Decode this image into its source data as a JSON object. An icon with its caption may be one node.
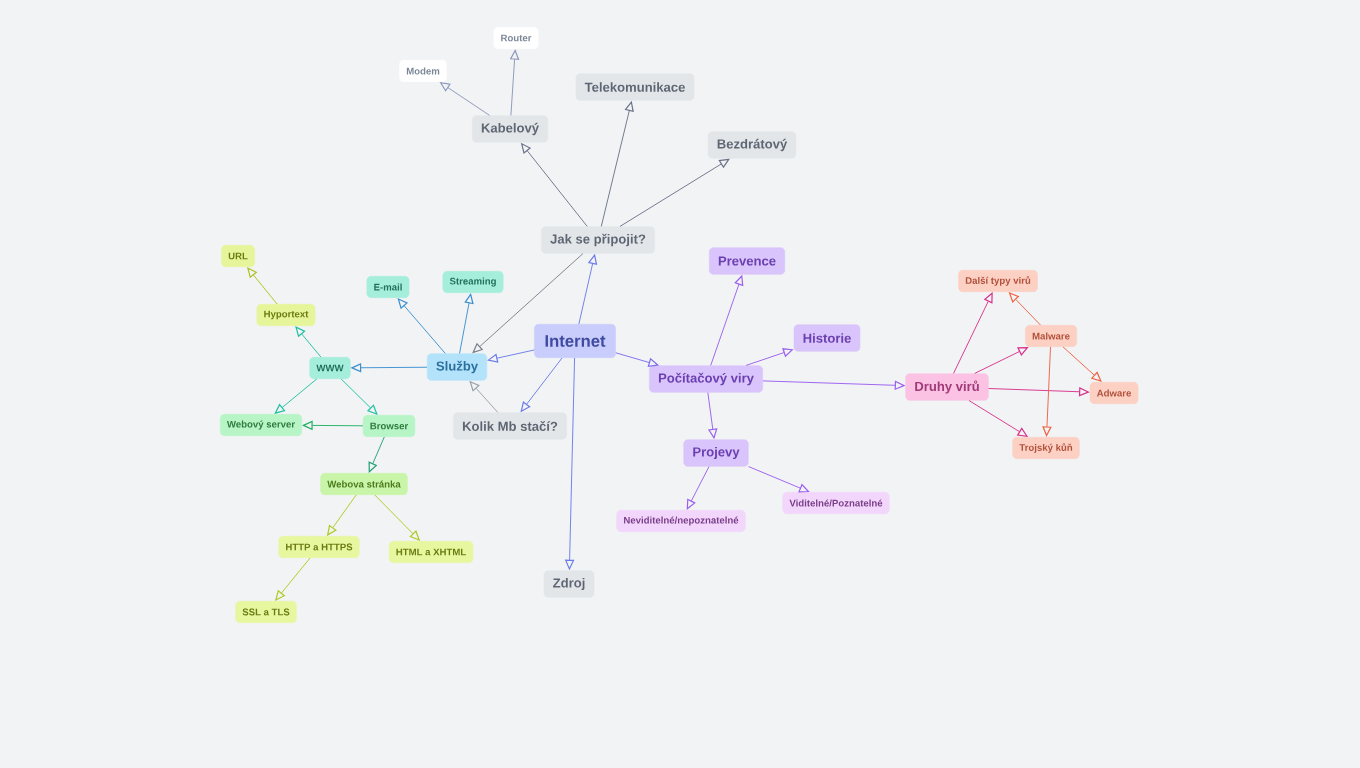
{
  "diagram": {
    "nodes": [
      {
        "text": [
          "Internet"
        ]
      },
      {
        "text": [
          "Jak se připojit?"
        ]
      },
      {
        "text": [
          "Kabelový"
        ]
      },
      {
        "text": [
          "Modem"
        ]
      },
      {
        "text": [
          "Router"
        ]
      },
      {
        "text": [
          "Telekomunikace"
        ]
      },
      {
        "text": [
          "Bezdrátový"
        ]
      },
      {
        "text": [
          "Služby"
        ]
      },
      {
        "text": [
          "E-mail"
        ]
      },
      {
        "text": [
          "Streaming"
        ]
      },
      {
        "text": [
          "WWW"
        ]
      },
      {
        "text": [
          "Hyportext"
        ]
      },
      {
        "text": [
          "URL"
        ]
      },
      {
        "text": [
          "Webový server"
        ]
      },
      {
        "text": [
          "Browser"
        ]
      },
      {
        "text": [
          "Webova stránka"
        ]
      },
      {
        "text": [
          "HTTP a HTTPS"
        ]
      },
      {
        "text": [
          "HTML a XHTML"
        ]
      },
      {
        "text": [
          "SSL a TLS"
        ]
      },
      {
        "text": [
          "Kolik Mb stačí?"
        ]
      },
      {
        "text": [
          "Zdroj"
        ]
      },
      {
        "text": [
          "Počítačový viry"
        ]
      },
      {
        "text": [
          "Prevence"
        ]
      },
      {
        "text": [
          "Historie"
        ]
      },
      {
        "text": [
          "Projevy"
        ]
      },
      {
        "text": [
          "Neviditelné/nepoznatelné"
        ]
      },
      {
        "text": [
          "Viditelné/Poznatelné"
        ]
      },
      {
        "text": [
          "Druhy virů"
        ]
      },
      {
        "text": [
          "Další typy virů"
        ]
      },
      {
        "text": [
          "Malware"
        ]
      },
      {
        "text": [
          "Adware"
        ]
      },
      {
        "text": [
          "Trojský kůň"
        ]
      }
    ],
    "edges": [
      {
        "from": 0,
        "to": 1,
        "arrow": "to",
        "color": "#6b7be8"
      },
      {
        "from": 1,
        "to": 7,
        "arrow": "to",
        "color": "#7a808c"
      },
      {
        "from": 19,
        "to": 7,
        "arrow": "to",
        "color": "#9aa0aa"
      },
      {
        "from": 0,
        "to": 19,
        "arrow": "to",
        "color": "#6b7be8"
      },
      {
        "from": 0,
        "to": 7,
        "arrow": "to",
        "color": "#6b7be8"
      },
      {
        "from": 0,
        "to": 20,
        "arrow": "to",
        "color": "#6b7be8"
      },
      {
        "from": 0,
        "to": 21,
        "arrow": "to",
        "color": "#7b6cf0"
      },
      {
        "from": 1,
        "to": 2,
        "arrow": "to",
        "color": "#6a7388"
      },
      {
        "from": 1,
        "to": 5,
        "arrow": "to",
        "color": "#6a7388"
      },
      {
        "from": 1,
        "to": 6,
        "arrow": "to",
        "color": "#6a7388"
      },
      {
        "from": 2,
        "to": 3,
        "arrow": "to",
        "color": "#8a96b8"
      },
      {
        "from": 2,
        "to": 4,
        "arrow": "to",
        "color": "#8a96b8"
      },
      {
        "from": 7,
        "to": 8,
        "arrow": "to",
        "color": "#3a8fd0"
      },
      {
        "from": 7,
        "to": 9,
        "arrow": "to",
        "color": "#3a8fd0"
      },
      {
        "from": 7,
        "to": 10,
        "arrow": "to",
        "color": "#3a8fd0"
      },
      {
        "from": 10,
        "to": 11,
        "arrow": "to",
        "color": "#20c0a0"
      },
      {
        "from": 10,
        "to": 13,
        "arrow": "to",
        "color": "#20c0a0"
      },
      {
        "from": 10,
        "to": 14,
        "arrow": "to",
        "color": "#20c0a0"
      },
      {
        "from": 11,
        "to": 12,
        "arrow": "to",
        "color": "#b0c020"
      },
      {
        "from": 14,
        "to": 13,
        "arrow": "to",
        "color": "#20b060"
      },
      {
        "from": 14,
        "to": 15,
        "arrow": "to",
        "color": "#20a070"
      },
      {
        "from": 15,
        "to": 16,
        "arrow": "to",
        "color": "#b0c820"
      },
      {
        "from": 15,
        "to": 17,
        "arrow": "to",
        "color": "#b0c820"
      },
      {
        "from": 16,
        "to": 18,
        "arrow": "to",
        "color": "#b0c820"
      },
      {
        "from": 21,
        "to": 22,
        "arrow": "to",
        "color": "#9a5ef0"
      },
      {
        "from": 21,
        "to": 23,
        "arrow": "to",
        "color": "#9a5ef0"
      },
      {
        "from": 21,
        "to": 27,
        "arrow": "to",
        "color": "#9a5ef0"
      },
      {
        "from": 21,
        "to": 24,
        "arrow": "to",
        "color": "#9a5ef0"
      },
      {
        "from": 24,
        "to": 25,
        "arrow": "to",
        "color": "#9a5ef0"
      },
      {
        "from": 24,
        "to": 26,
        "arrow": "to",
        "color": "#9a5ef0"
      },
      {
        "from": 27,
        "to": 28,
        "arrow": "to",
        "color": "#d8308a"
      },
      {
        "from": 27,
        "to": 29,
        "arrow": "to",
        "color": "#d8308a"
      },
      {
        "from": 27,
        "to": 30,
        "arrow": "to",
        "color": "#d8308a"
      },
      {
        "from": 27,
        "to": 31,
        "arrow": "to",
        "color": "#d8308a"
      },
      {
        "from": 29,
        "to": 28,
        "arrow": "to",
        "color": "#f06040"
      },
      {
        "from": 29,
        "to": 30,
        "arrow": "to",
        "color": "#f06040"
      },
      {
        "from": 29,
        "to": 31,
        "arrow": "to",
        "color": "#f06040"
      }
    ]
  }
}
